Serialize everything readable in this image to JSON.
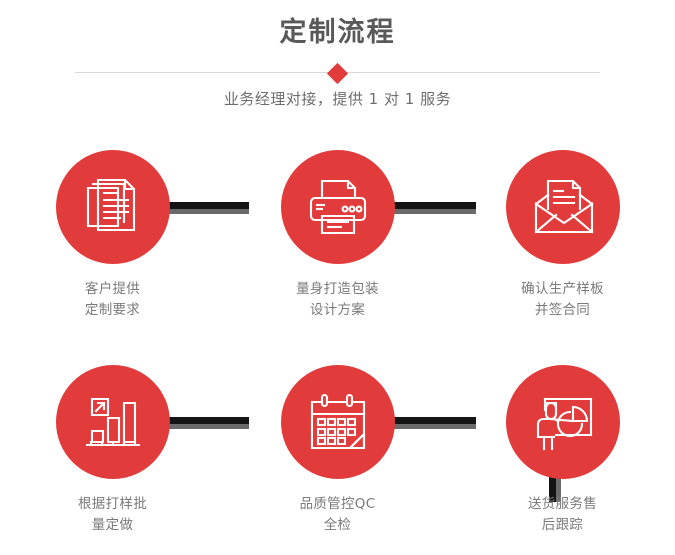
{
  "header": {
    "title": "定制流程",
    "subtitle": "业务经理对接，提供 1 对 1 服务",
    "divider_icon": "diamond-separator-icon",
    "title_color": "#595959",
    "subtitle_color": "#6e6e6e",
    "accent_color": "#e23b3b"
  },
  "theme": {
    "accent_red": "#e23b3b",
    "connector_dark": "#141414",
    "connector_shadow": "#6a6a6a",
    "label_gray": "#7a7a7a",
    "rule_gray": "#d8d8d8",
    "background": "#ffffff"
  },
  "flow": {
    "rows": [
      {
        "steps": [
          {
            "icon": "documents-stack-icon",
            "label_line1": "客户提供",
            "label_line2": "定制要求"
          },
          {
            "icon": "printer-icon",
            "label_line1": "量身打造包装",
            "label_line2": "设计方案"
          },
          {
            "icon": "envelope-document-icon",
            "label_line1": "确认生产样板",
            "label_line2": "并签合同"
          }
        ]
      },
      {
        "steps": [
          {
            "icon": "bar-chart-growth-icon",
            "label_line1": "根据打样批",
            "label_line2": "量定做"
          },
          {
            "icon": "calendar-icon",
            "label_line1": "品质管控QC",
            "label_line2": "全检"
          },
          {
            "icon": "presentation-person-icon",
            "label_line1": "送货服务售",
            "label_line2": "后跟踪"
          }
        ]
      }
    ],
    "connectors": {
      "horizontal_count": 4,
      "vertical_count": 1
    }
  }
}
